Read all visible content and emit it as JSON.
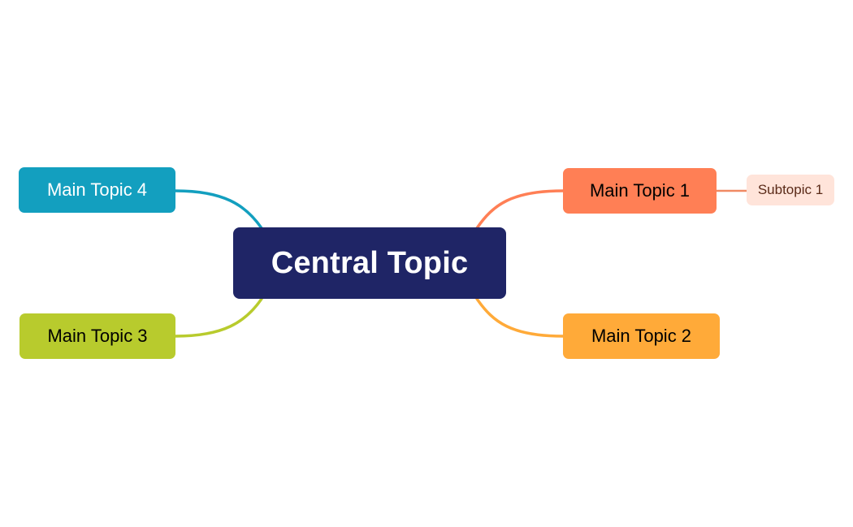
{
  "mindmap": {
    "central": {
      "label": "Central Topic",
      "color": "#1F2566",
      "text_color": "#FFFFFF"
    },
    "main_topics": [
      {
        "label": "Main Topic 1",
        "color": "#FF7F55",
        "text_color": "#000000"
      },
      {
        "label": "Main Topic 2",
        "color": "#FFAA39",
        "text_color": "#000000"
      },
      {
        "label": "Main Topic 3",
        "color": "#B8CB2D",
        "text_color": "#000000"
      },
      {
        "label": "Main Topic 4",
        "color": "#139FBF",
        "text_color": "#FFFFFF"
      }
    ],
    "subtopics": [
      {
        "label": "Subtopic 1",
        "parent": "Main Topic 1",
        "color": "#FFE4DA",
        "text_color": "#5A2A18",
        "line_color": "#F08A63"
      }
    ]
  }
}
